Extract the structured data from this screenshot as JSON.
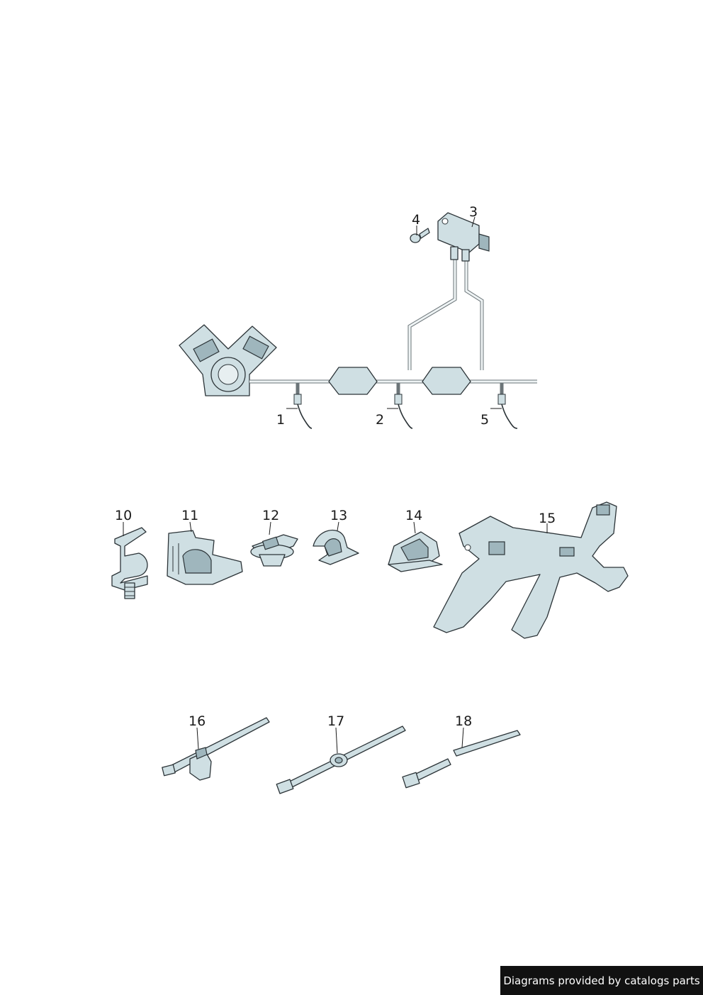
{
  "callouts": [
    {
      "id": "1",
      "label": "1"
    },
    {
      "id": "2",
      "label": "2"
    },
    {
      "id": "3",
      "label": "3"
    },
    {
      "id": "4",
      "label": "4"
    },
    {
      "id": "5",
      "label": "5"
    },
    {
      "id": "10",
      "label": "10"
    },
    {
      "id": "11",
      "label": "11"
    },
    {
      "id": "12",
      "label": "12"
    },
    {
      "id": "13",
      "label": "13"
    },
    {
      "id": "14",
      "label": "14"
    },
    {
      "id": "15",
      "label": "15"
    },
    {
      "id": "16",
      "label": "16"
    },
    {
      "id": "17",
      "label": "17"
    },
    {
      "id": "18",
      "label": "18"
    }
  ],
  "footer": {
    "text": "Diagrams provided by catalogs parts"
  },
  "colors": {
    "part_fill": "#cfdfe3",
    "outline": "#2c3438",
    "footer_bg": "#111111"
  }
}
